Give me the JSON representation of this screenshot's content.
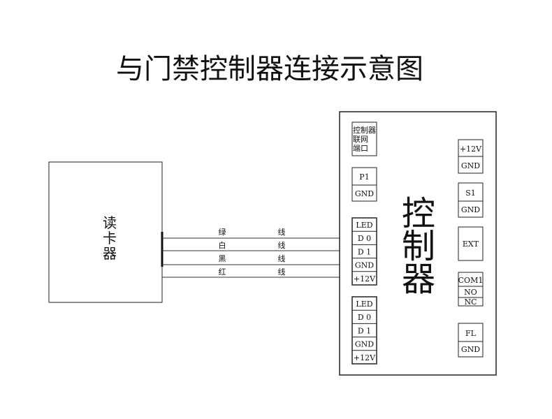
{
  "title": "与门禁控制器连接示意图",
  "reader": {
    "label_lines": [
      "读",
      "卡",
      "器"
    ]
  },
  "wires": [
    {
      "color": "绿",
      "suffix": "线"
    },
    {
      "color": "白",
      "suffix": "线"
    },
    {
      "color": "黑",
      "suffix": "线"
    },
    {
      "color": "红",
      "suffix": "线"
    }
  ],
  "controller": {
    "label_lines": [
      "控",
      "制",
      "器"
    ],
    "network_port": [
      "控制器",
      "联网",
      "端口"
    ],
    "p1": [
      "P1",
      "GND"
    ],
    "reader1": [
      "LED",
      "D 0",
      "D 1",
      "GND",
      "+12V"
    ],
    "reader2": [
      "LED",
      "D 0",
      "D 1",
      "GND",
      "+12V"
    ],
    "power": [
      "+12V",
      "GND"
    ],
    "s1": [
      "S1",
      "GND"
    ],
    "ext": "EXT",
    "relay": [
      "COM1",
      "NO",
      "NC"
    ],
    "fl": [
      "FL",
      "GND"
    ]
  }
}
